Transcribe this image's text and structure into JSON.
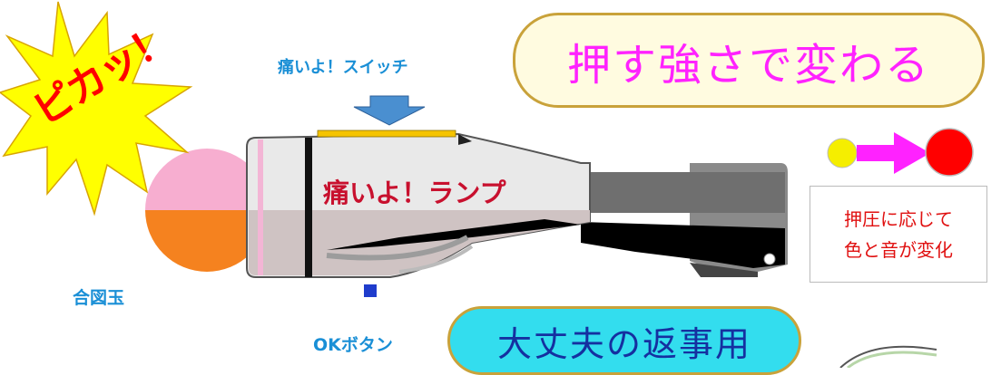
{
  "labels": {
    "switch": "痛いよ！スイッチ",
    "lamp": "痛いよ！ランプ",
    "signal_ball": "合図玉",
    "ok_button": "OKボタン",
    "burst": "ピカッ！"
  },
  "callouts": {
    "top_pill": "押す強さで変わる",
    "bottom_pill": "大丈夫の返事用",
    "press_note_line1": "押圧に応じて",
    "press_note_line2": "色と音が変化"
  },
  "colors": {
    "burst_fill": "#ffff00",
    "burst_text": "#ff0000",
    "ball_top": "#f7aed0",
    "ball_bottom": "#f5821f",
    "arrow": "#4a8fd0",
    "switch_strip": "#f5c400",
    "ok_button": "#1f3ccc",
    "magenta_arrow": "#ff22ff",
    "small_dot": "#f5ee00",
    "big_dot": "#ff0000"
  }
}
